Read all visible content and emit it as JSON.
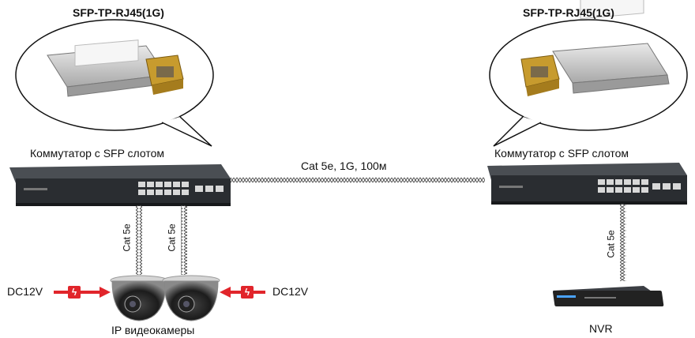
{
  "left_module": {
    "title": "SFP-TP-RJ45(1G)"
  },
  "right_module": {
    "title": "SFP-TP-RJ45(1G)"
  },
  "left_switch": {
    "label": "Коммутатор с SFP слотом"
  },
  "right_switch": {
    "label": "Коммутатор с SFP слотом"
  },
  "uplink": {
    "label": "Cat 5e, 1G, 100м"
  },
  "left_links": [
    {
      "label": "Cat 5e"
    },
    {
      "label": "Cat 5e"
    }
  ],
  "right_link": {
    "label": "Cat 5e"
  },
  "power_left": {
    "label": "DC12V"
  },
  "power_right": {
    "label": "DC12V"
  },
  "cameras": {
    "label": "IP видеокамеры"
  },
  "nvr": {
    "label": "NVR"
  },
  "colors": {
    "arrow": "#e1252b",
    "switch_body": "#2a2d31",
    "cable": "#555555"
  },
  "icons": {
    "power": "lightning-icon"
  }
}
